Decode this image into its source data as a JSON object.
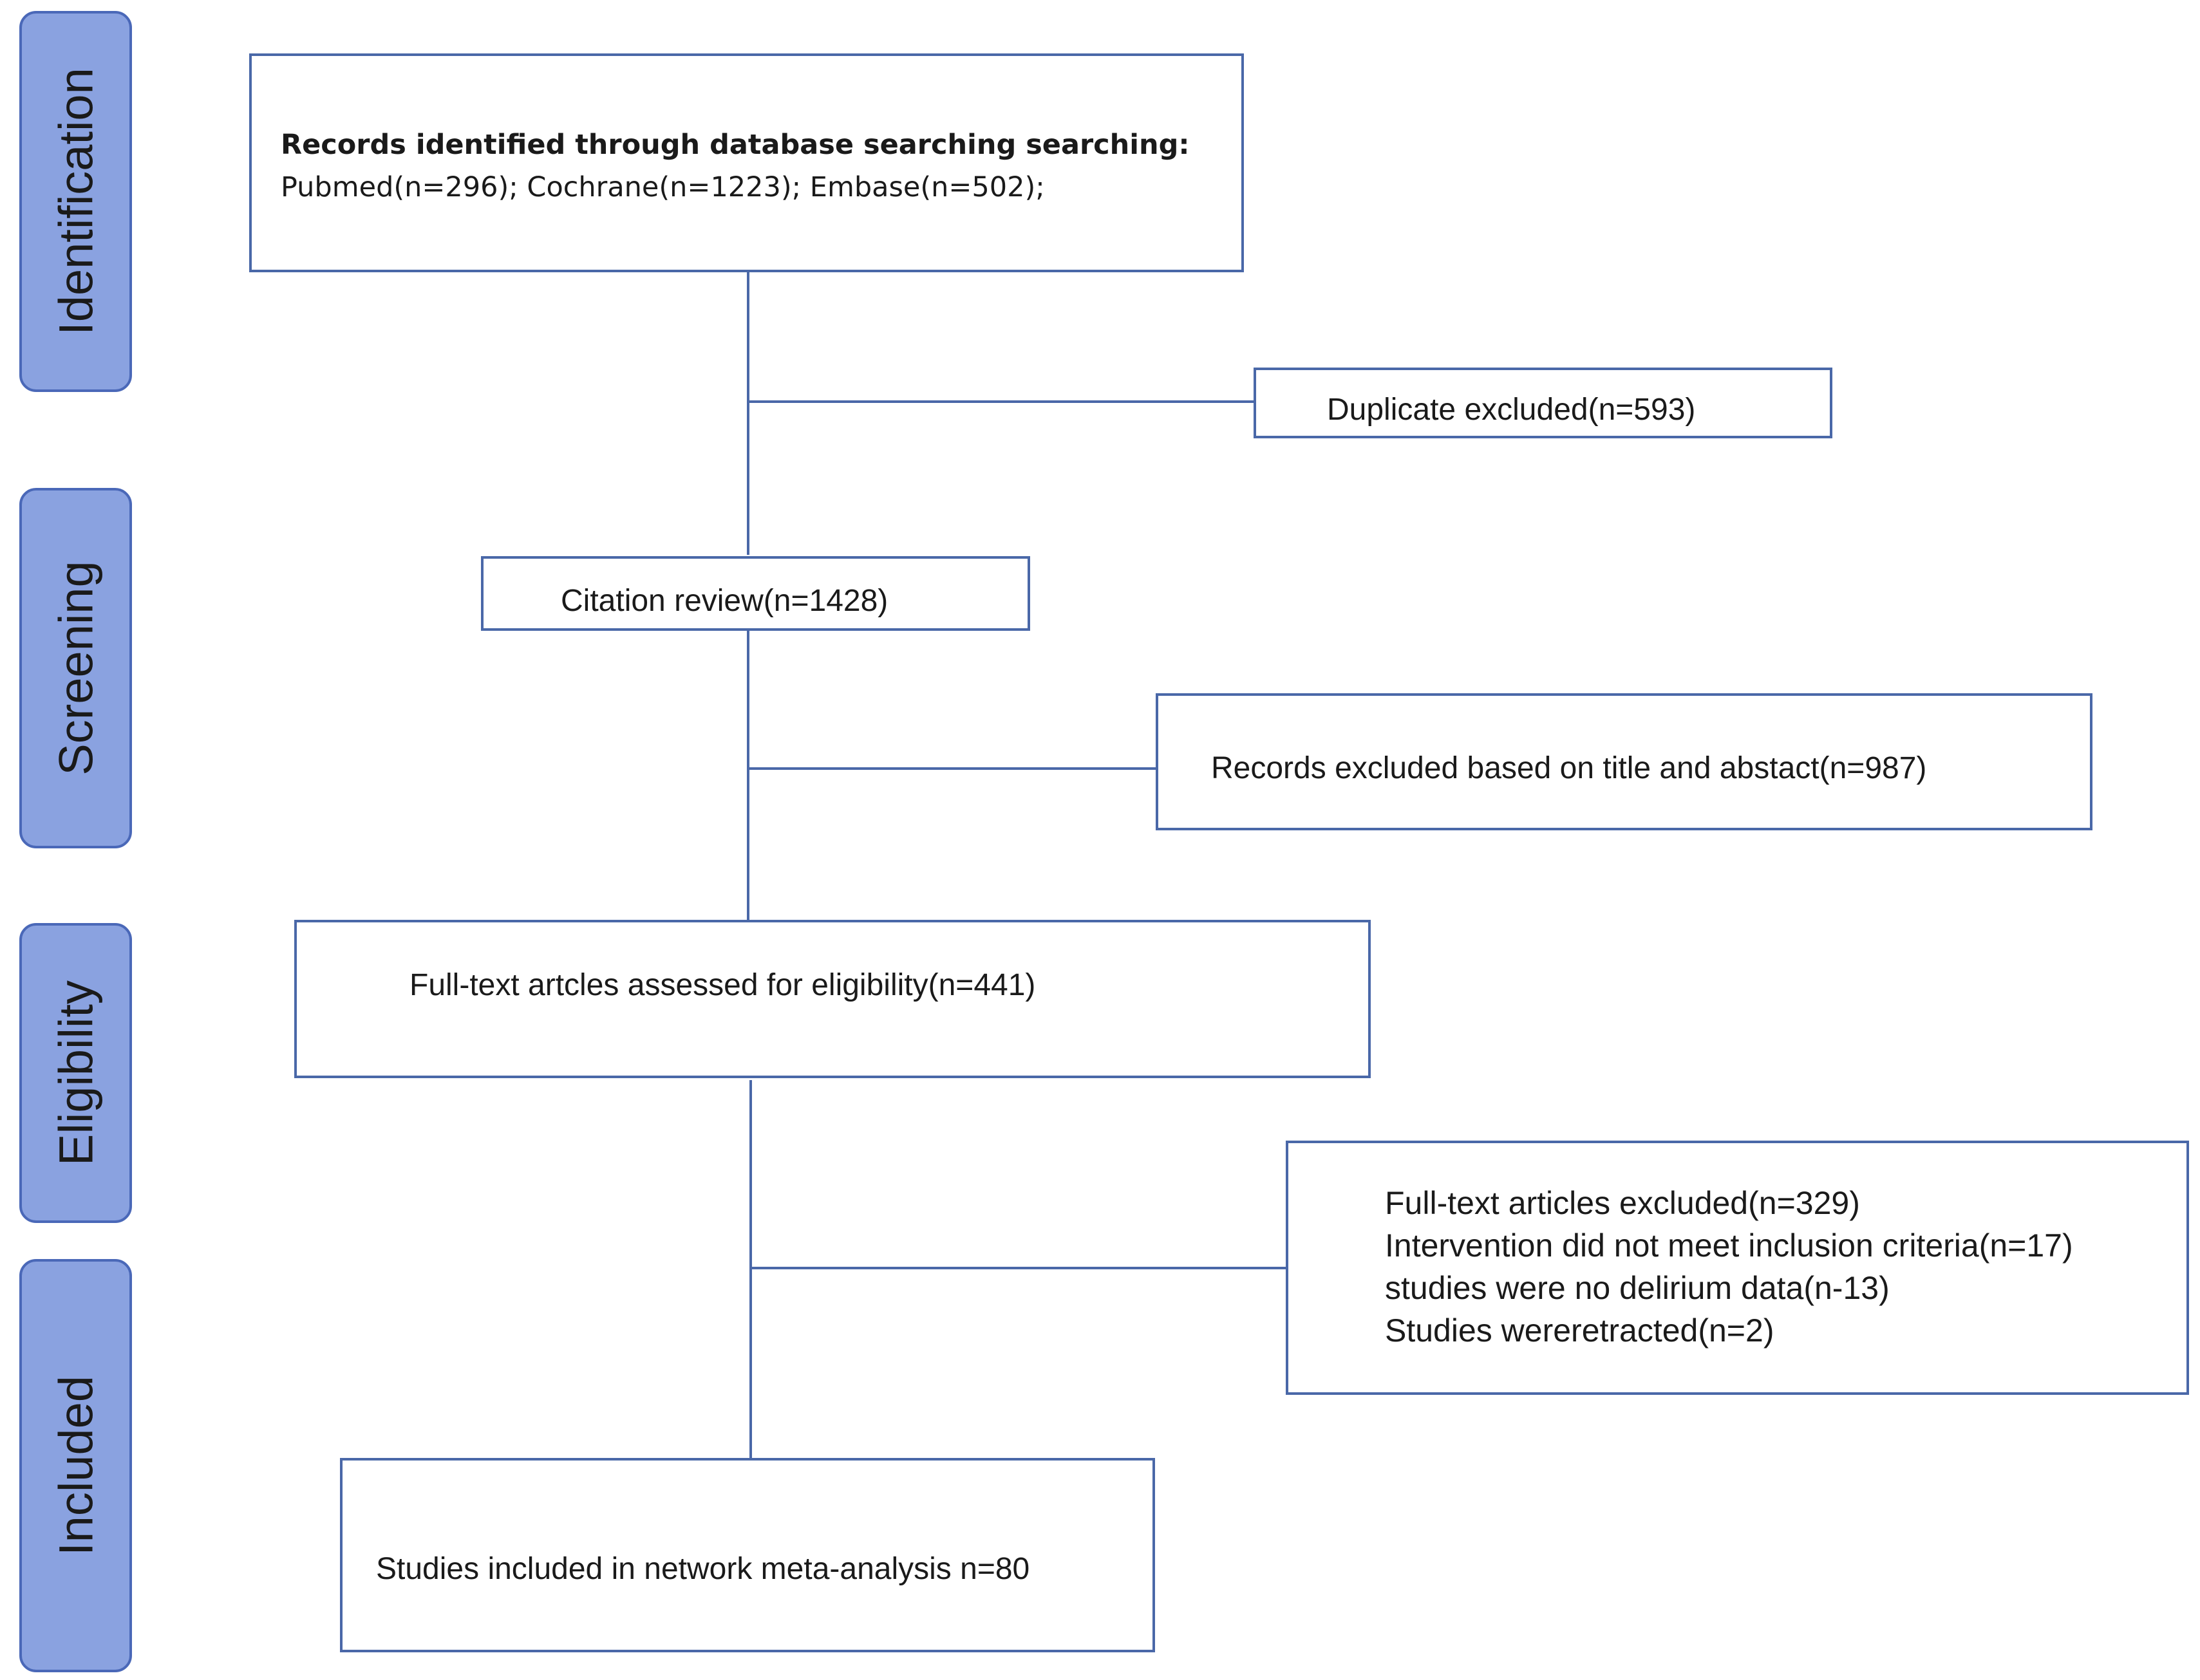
{
  "stages": {
    "identification": "Identification",
    "screening": "Screening",
    "eligibility": "Eligibility",
    "included": "Included"
  },
  "boxes": {
    "records_identified": {
      "heading": "Records identified through database searching searching:",
      "detail": "Pubmed(n=296); Cochrane(n=1223); Embase(n=502);"
    },
    "duplicate_excluded": "Duplicate excluded(n=593)",
    "citation_review": "Citation review(n=1428)",
    "records_excluded": "Records excluded based on title and abstact(n=987)",
    "fulltext_assessed": "Full-text artcles assessed for eligibility(n=441)",
    "fulltext_excluded": {
      "lines": [
        "Full-text articles excluded(n=329)",
        "Intervention did not meet inclusion criteria(n=17)",
        "studies were no delirium data(n-13)",
        "Studies wereretracted(n=2)"
      ]
    },
    "studies_included": "Studies included in network meta-analysis n=80"
  },
  "colors": {
    "stage_fill": "#8aa2e0",
    "stage_border": "#4a68b8",
    "box_border": "#4a68a8",
    "connector": "#4a68a8"
  }
}
